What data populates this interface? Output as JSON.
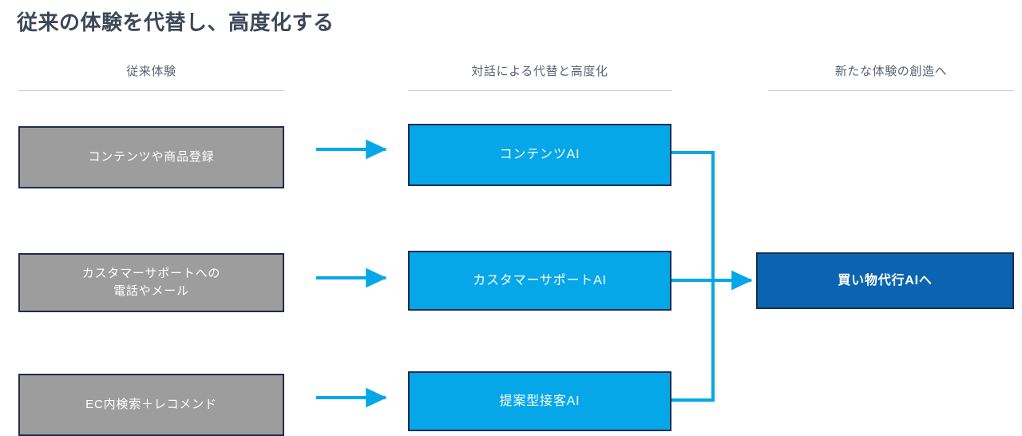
{
  "slide": {
    "title": "従来の体験を代替し、高度化する",
    "accent_cyan": "#06a7e8",
    "accent_dark_blue": "#0b64b0",
    "legacy_gray": "#9d9d9d",
    "border_navy": "#1f2c52",
    "title_color": "#3d4859",
    "header_color": "#5a6375",
    "rule_color": "#c9cdd6"
  },
  "columns": [
    {
      "label": "従来体験"
    },
    {
      "label": "対話による代替と高度化"
    },
    {
      "label": "新たな体験の創造へ"
    }
  ],
  "legacy_boxes": [
    {
      "label": "コンテンツや商品登録"
    },
    {
      "line1": "カスタマーサポートへの",
      "line2": "電話やメール"
    },
    {
      "label": "EC内検索＋レコメンド"
    }
  ],
  "ai_boxes": [
    {
      "label": "コンテンツAI"
    },
    {
      "label": "カスタマーサポートAI"
    },
    {
      "label": "提案型接客AI"
    }
  ],
  "final_box": {
    "label": "買い物代行AIへ"
  },
  "connectors": {
    "row_arrows": [
      {
        "name": "arrow-legacy-1-to-ai-1"
      },
      {
        "name": "arrow-legacy-2-to-ai-2"
      },
      {
        "name": "arrow-legacy-3-to-ai-3"
      }
    ],
    "merge_arrow": {
      "name": "arrow-ai-merge-to-final"
    }
  }
}
